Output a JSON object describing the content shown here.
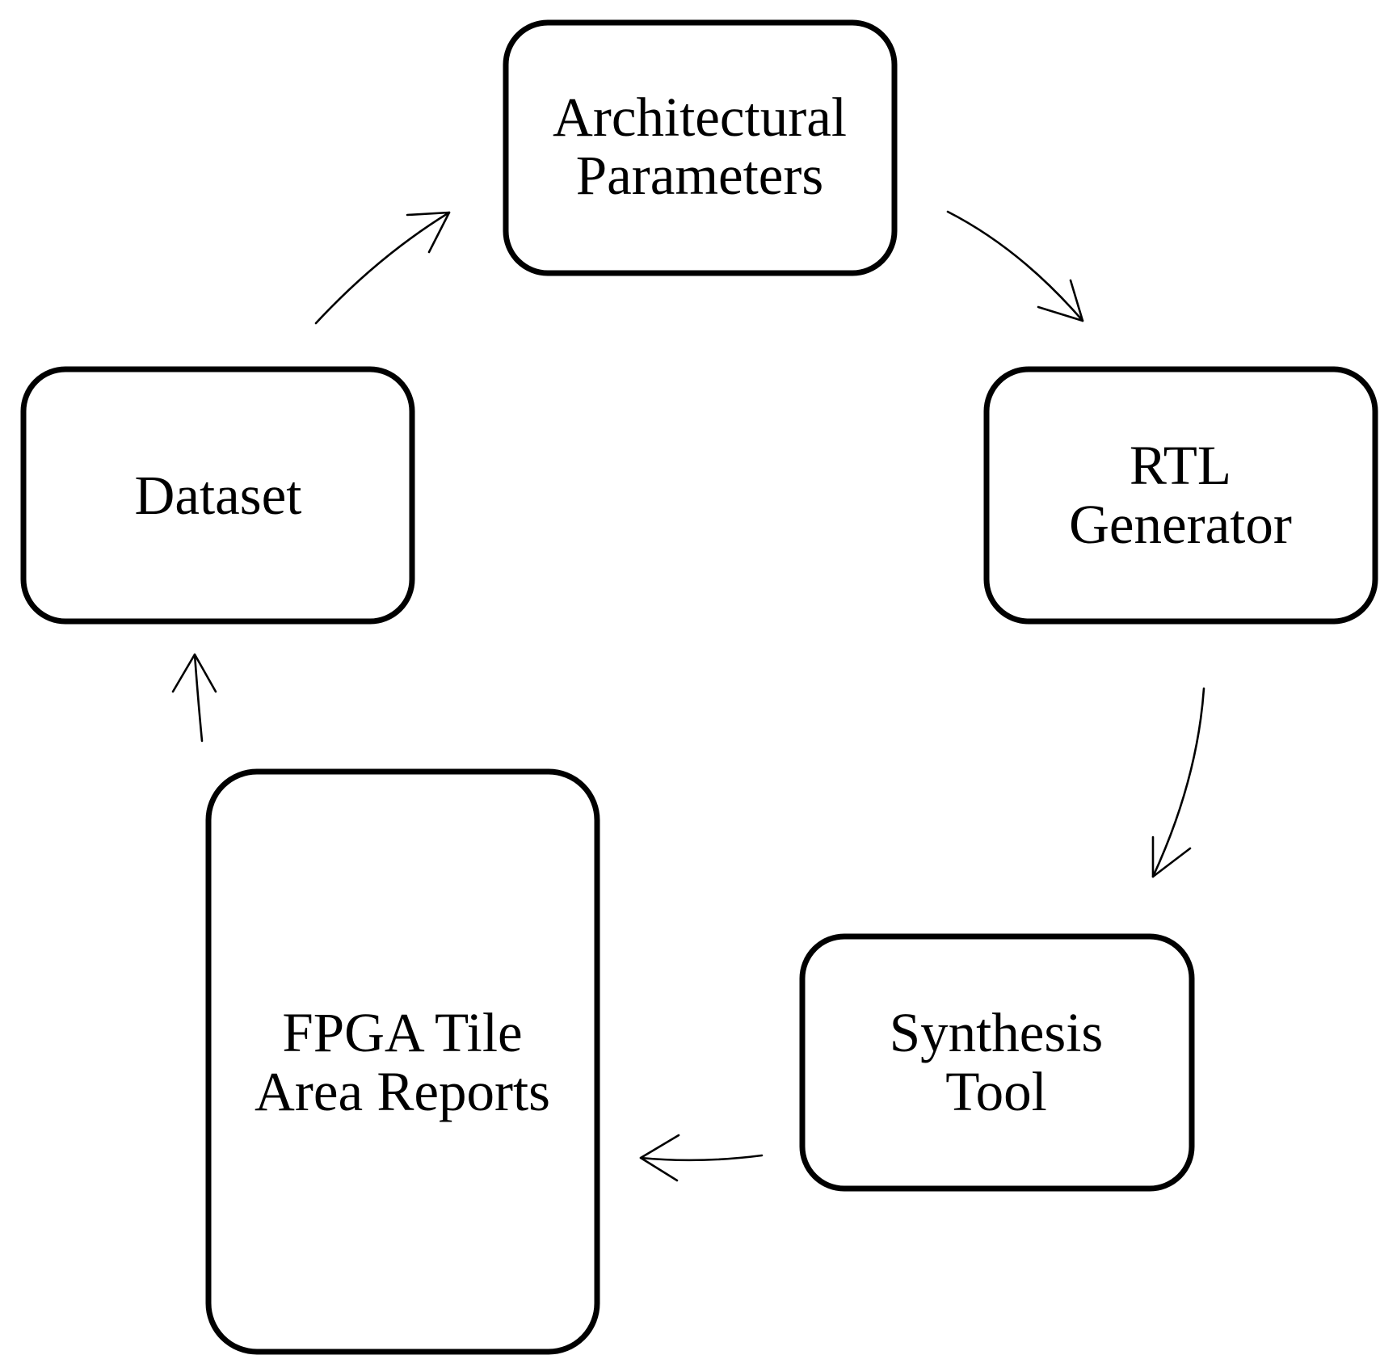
{
  "diagram": {
    "nodes": {
      "architectural_parameters": {
        "line1": "Architectural",
        "line2": "Parameters"
      },
      "rtl_generator": {
        "line1": "RTL",
        "line2": "Generator"
      },
      "synthesis_tool": {
        "line1": "Synthesis",
        "line2": "Tool"
      },
      "fpga_tile_area_reports": {
        "line1": "FPGA Tile",
        "line2": "Area Reports"
      },
      "dataset": {
        "label": "Dataset"
      }
    },
    "edges": [
      {
        "from": "Architectural Parameters",
        "to": "RTL Generator"
      },
      {
        "from": "RTL Generator",
        "to": "Synthesis Tool"
      },
      {
        "from": "Synthesis Tool",
        "to": "FPGA Tile Area Reports"
      },
      {
        "from": "FPGA Tile Area Reports",
        "to": "Dataset"
      },
      {
        "from": "Dataset",
        "to": "Architectural Parameters"
      }
    ],
    "colors": {
      "stroke": "#000000",
      "background": "#ffffff",
      "text": "#000000"
    }
  }
}
